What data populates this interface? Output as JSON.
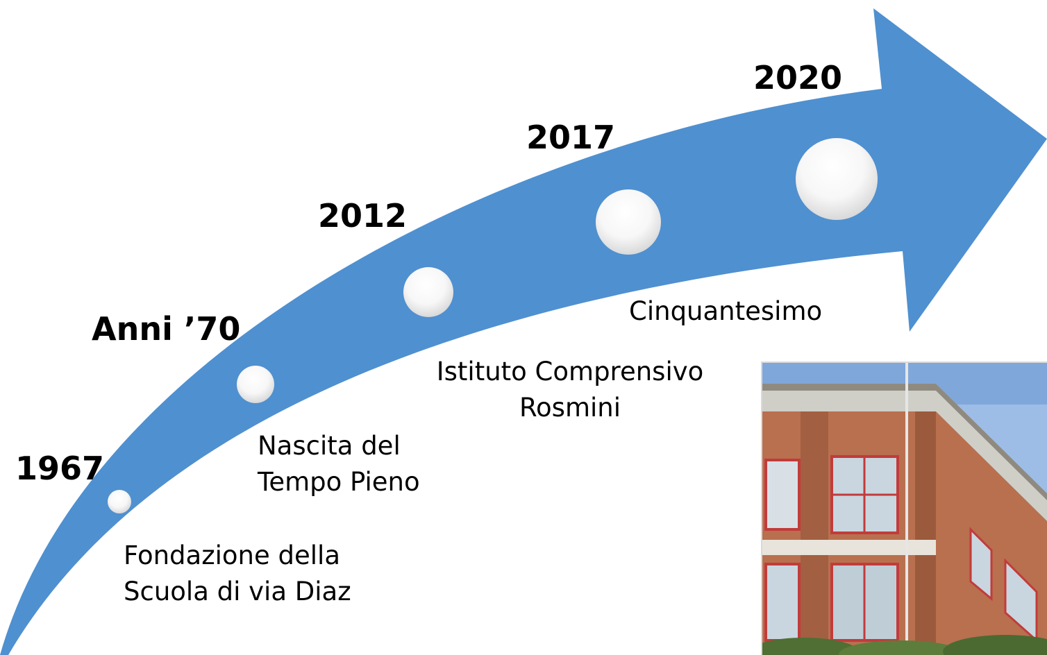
{
  "colors": {
    "arrow": "#4f90d0",
    "bead_light": "#ffffff",
    "bead_shadow": "#d8d8d8",
    "text": "#000000"
  },
  "milestones": [
    {
      "year": "1967",
      "caption": [
        "Fondazione della",
        "Scuola di via Diaz"
      ]
    },
    {
      "year": "Anni ’70",
      "caption": [
        "Nascita del",
        "Tempo Pieno"
      ]
    },
    {
      "year": "2012",
      "caption": [
        "Istituto Comprensivo",
        "Rosmini"
      ]
    },
    {
      "year": "2017",
      "caption": [
        "Cinquantesimo"
      ]
    },
    {
      "year": "2020",
      "caption": []
    }
  ],
  "photo": {
    "subject": "school-building"
  }
}
